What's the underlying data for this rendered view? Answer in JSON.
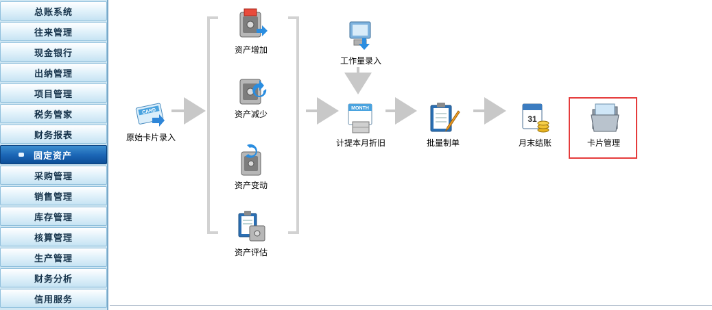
{
  "sidebar": {
    "items": [
      {
        "label": "总账系统",
        "active": false
      },
      {
        "label": "往来管理",
        "active": false
      },
      {
        "label": "现金银行",
        "active": false
      },
      {
        "label": "出纳管理",
        "active": false
      },
      {
        "label": "项目管理",
        "active": false
      },
      {
        "label": "税务管家",
        "active": false
      },
      {
        "label": "财务报表",
        "active": false
      },
      {
        "label": "固定资产",
        "active": true
      },
      {
        "label": "采购管理",
        "active": false
      },
      {
        "label": "销售管理",
        "active": false
      },
      {
        "label": "库存管理",
        "active": false
      },
      {
        "label": "核算管理",
        "active": false
      },
      {
        "label": "生产管理",
        "active": false
      },
      {
        "label": "财务分析",
        "active": false
      },
      {
        "label": "信用服务",
        "active": false
      }
    ]
  },
  "workflow": {
    "card_entry": {
      "label": "原始卡片录入",
      "icon": "card-icon"
    },
    "asset_add": {
      "label": "资产增加",
      "icon": "safe-add-icon"
    },
    "asset_reduce": {
      "label": "资产减少",
      "icon": "safe-reduce-icon"
    },
    "asset_change": {
      "label": "资产变动",
      "icon": "safe-change-icon"
    },
    "asset_evaluate": {
      "label": "资产评估",
      "icon": "clipboard-safe-icon"
    },
    "workload_entry": {
      "label": "工作量录入",
      "icon": "monitor-download-icon"
    },
    "depreciation": {
      "label": "计提本月折旧",
      "icon": "month-calendar-icon",
      "icon_text": "MONTH"
    },
    "batch_voucher": {
      "label": "批量制单",
      "icon": "clipboard-pen-icon"
    },
    "month_end": {
      "label": "月末结账",
      "icon": "calendar-coins-icon",
      "icon_text": "31"
    },
    "card_manage": {
      "label": "卡片管理",
      "icon": "folder-icon",
      "highlighted": true
    }
  },
  "colors": {
    "highlight": "#e53b3b",
    "active_nav": "#1a64b4",
    "arrow": "#c8c8c8"
  }
}
